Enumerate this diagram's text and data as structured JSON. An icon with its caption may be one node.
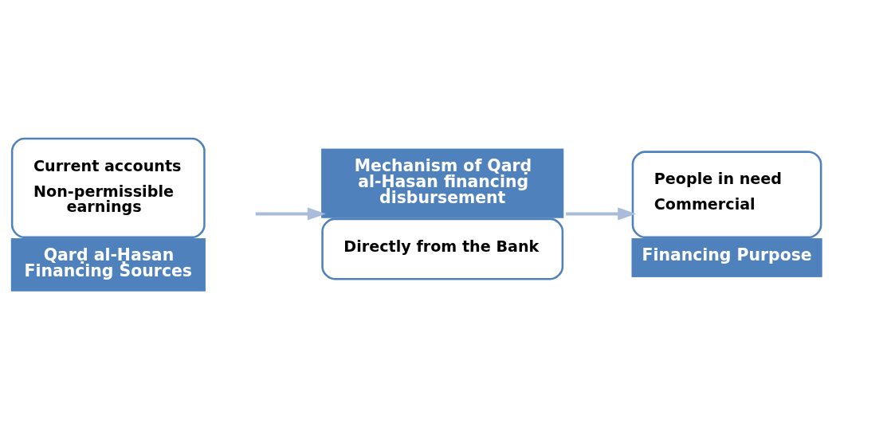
{
  "diagram": {
    "nodes": [
      {
        "text": [
          "Current accounts",
          "Non-permissible earnings",
          "Qarḍ al-Ḥasan Financing Sources"
        ]
      },
      {
        "text": [
          "Mechanism of Qarḍ al-Ḥasan financing disbursement",
          "Directly from the Bank"
        ]
      },
      {
        "text": [
          "People in need",
          "Commercial",
          "Financing Purpose"
        ]
      }
    ],
    "edges": [
      {
        "from": 0,
        "to": 1,
        "arrow": "to"
      },
      {
        "from": 1,
        "to": 2,
        "arrow": "to"
      }
    ]
  }
}
